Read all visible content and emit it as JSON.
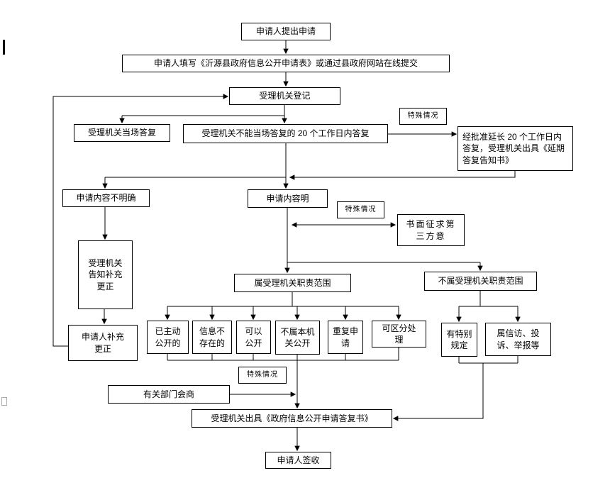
{
  "page": {
    "background": "#ffffff",
    "line_color": "#000000",
    "box_border_color": "#000000"
  },
  "nodes": {
    "submit": "申请人提出申请",
    "fill_form": "申请人填写《沂源县政府信息公开申请表》或通过县政府网站在线提交",
    "register": "受理机关登记",
    "onsite_reply": "受理机关当场答复",
    "reply_within_20": "受理机关不能当场答复的 20 个工作日内答复",
    "special_case_1": "特殊情况",
    "extension": "经批准延长 20 个工作日内答复，受理机关出具《延期答复告知书》",
    "content_unclear": "申请内容不明确",
    "content_clear": "申请内容明",
    "special_case_2": "特殊情况",
    "third_party": "书面征求第三方意",
    "notify_supplement": "受理机关告知补充更正",
    "in_scope": "属受理机关职责范围",
    "out_of_scope": "不属受理机关职责范围",
    "applicant_supplement": "申请人补充更正",
    "already_public": "已主动公开的",
    "not_exist": "信息不存在的",
    "can_disclose": "可以公开",
    "not_this_authority": "不属本机关公开",
    "repeat_request": "重复申请",
    "separable": "可区分处理",
    "special_provisions": "有特别规定",
    "petition": "属信访、投诉、举报等",
    "special_case_3": "特殊情况",
    "dept_consult": "有关部门会商",
    "reply_doc": "受理机关出具《政府信息公开申请答复书》",
    "sign_receipt": "申请人签收"
  }
}
